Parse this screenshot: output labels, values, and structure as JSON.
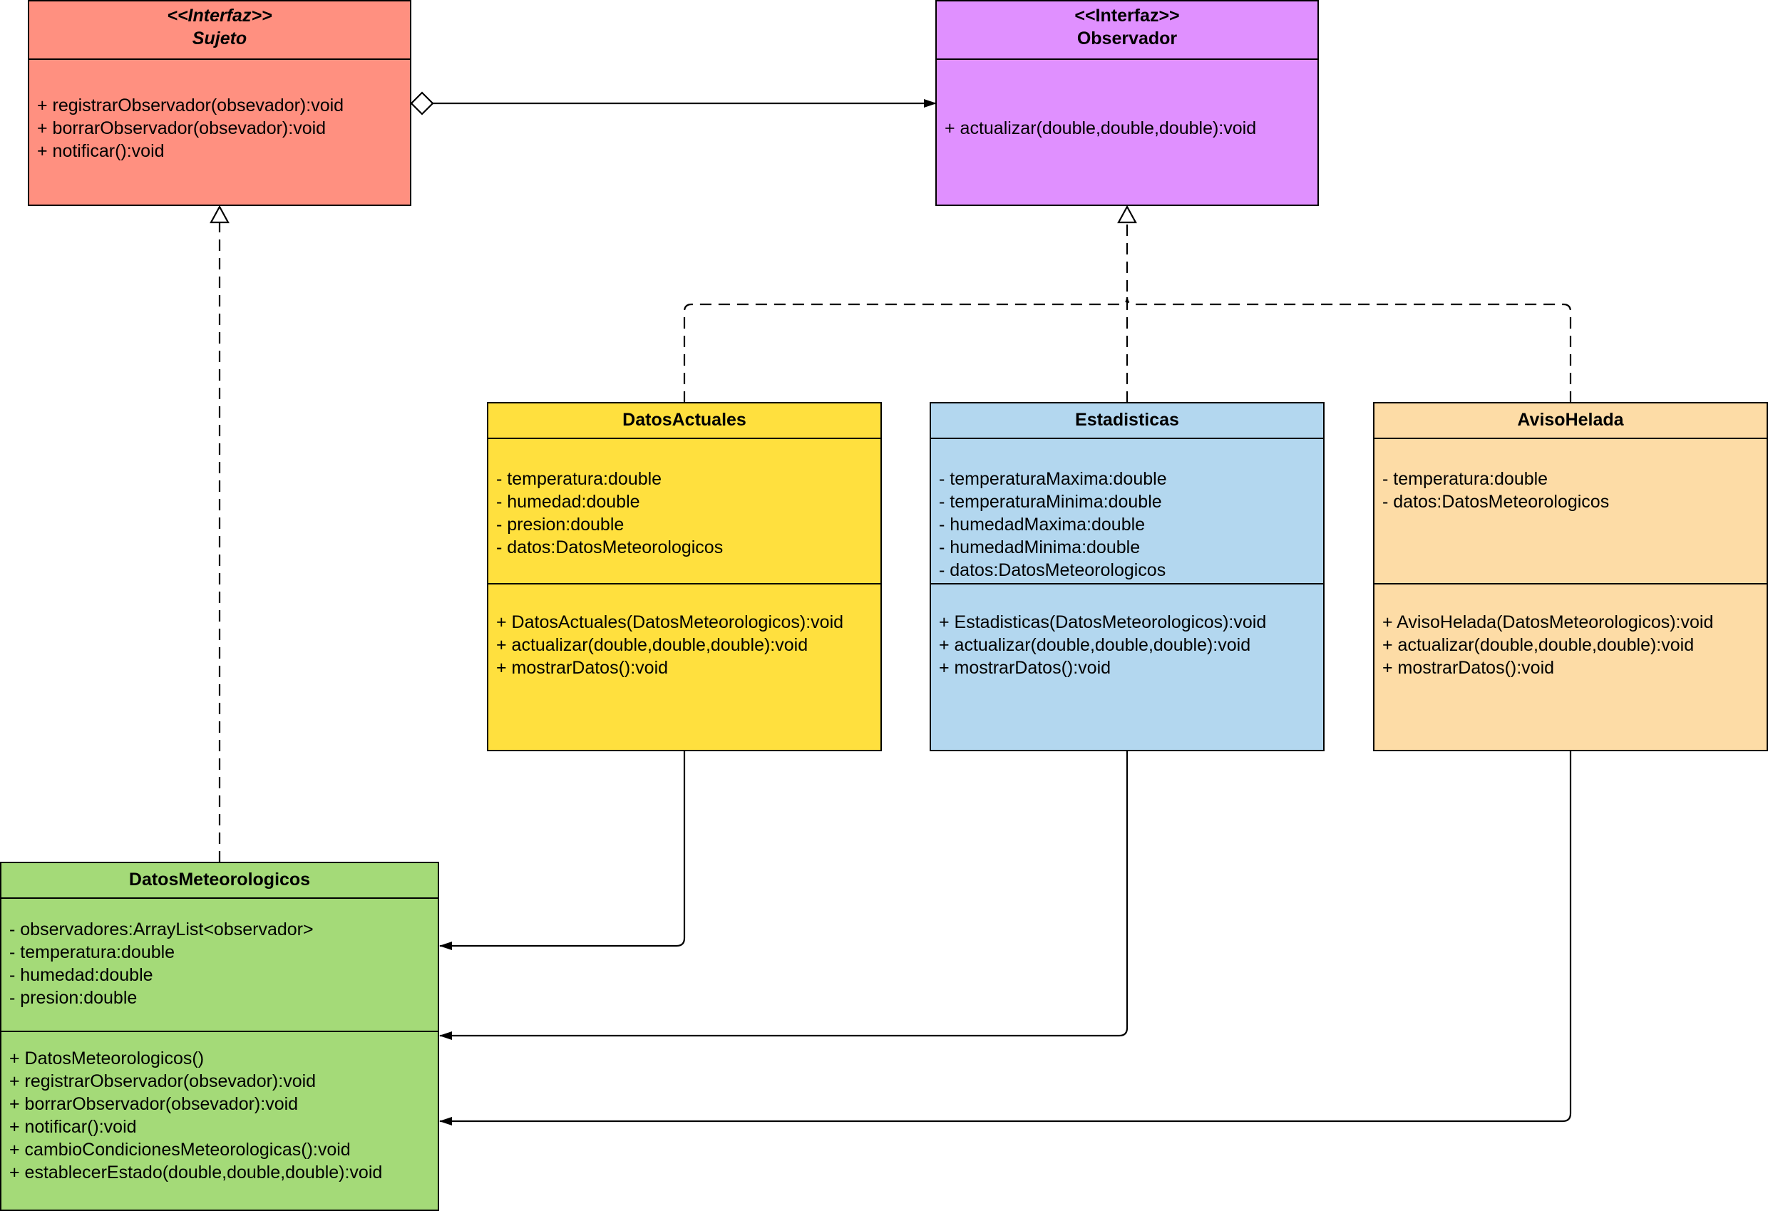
{
  "colors": {
    "sujeto": "#FF9080",
    "observador": "#E090FF",
    "datos_actuales": "#FFE03E",
    "estadisticas": "#B3D7EF",
    "aviso_helada": "#FDDCA6",
    "datos_meteorologicos": "#A4DA78"
  },
  "classes": {
    "sujeto": {
      "stereotype": "<<Interfaz>>",
      "name": "Sujeto",
      "attributes": [],
      "methods": [
        "+ registrarObservador(obsevador):void",
        "+ borrarObservador(obsevador):void",
        "+ notificar():void"
      ]
    },
    "observador": {
      "stereotype": "<<Interfaz>>",
      "name": "Observador",
      "attributes": [],
      "methods": [
        "+ actualizar(double,double,double):void"
      ]
    },
    "datos_actuales": {
      "name": "DatosActuales",
      "attributes": [
        "- temperatura:double",
        "- humedad:double",
        "- presion:double",
        "- datos:DatosMeteorologicos"
      ],
      "methods": [
        "+ DatosActuales(DatosMeteorologicos):void",
        "+ actualizar(double,double,double):void",
        "+ mostrarDatos():void"
      ]
    },
    "estadisticas": {
      "name": "Estadisticas",
      "attributes": [
        "- temperaturaMaxima:double",
        "- temperaturaMinima:double",
        "- humedadMaxima:double",
        "- humedadMinima:double",
        "- datos:DatosMeteorologicos"
      ],
      "methods": [
        "+ Estadisticas(DatosMeteorologicos):void",
        "+ actualizar(double,double,double):void",
        "+ mostrarDatos():void"
      ]
    },
    "aviso_helada": {
      "name": "AvisoHelada",
      "attributes": [
        "- temperatura:double",
        "- datos:DatosMeteorologicos"
      ],
      "methods": [
        "+ AvisoHelada(DatosMeteorologicos):void",
        "+ actualizar(double,double,double):void",
        "+ mostrarDatos():void"
      ]
    },
    "datos_meteorologicos": {
      "name": "DatosMeteorologicos",
      "attributes": [
        "- observadores:ArrayList<observador>",
        "- temperatura:double",
        "- humedad:double",
        "- presion:double"
      ],
      "methods": [
        "+ DatosMeteorologicos()",
        "+ registrarObservador(obsevador):void",
        "+ borrarObservador(obsevador):void",
        "+ notificar():void",
        "+ cambioCondicionesMeteorologicas():void",
        "+ establecerEstado(double,double,double):void"
      ]
    }
  },
  "relationships": [
    {
      "from": "Sujeto",
      "to": "Observador",
      "kind": "aggregation"
    },
    {
      "from": "DatosMeteorologicos",
      "to": "Sujeto",
      "kind": "realization"
    },
    {
      "from": "DatosActuales",
      "to": "Observador",
      "kind": "realization"
    },
    {
      "from": "Estadisticas",
      "to": "Observador",
      "kind": "realization"
    },
    {
      "from": "AvisoHelada",
      "to": "Observador",
      "kind": "realization"
    },
    {
      "from": "DatosActuales",
      "to": "DatosMeteorologicos",
      "kind": "association"
    },
    {
      "from": "Estadisticas",
      "to": "DatosMeteorologicos",
      "kind": "association"
    },
    {
      "from": "AvisoHelada",
      "to": "DatosMeteorologicos",
      "kind": "association"
    }
  ]
}
